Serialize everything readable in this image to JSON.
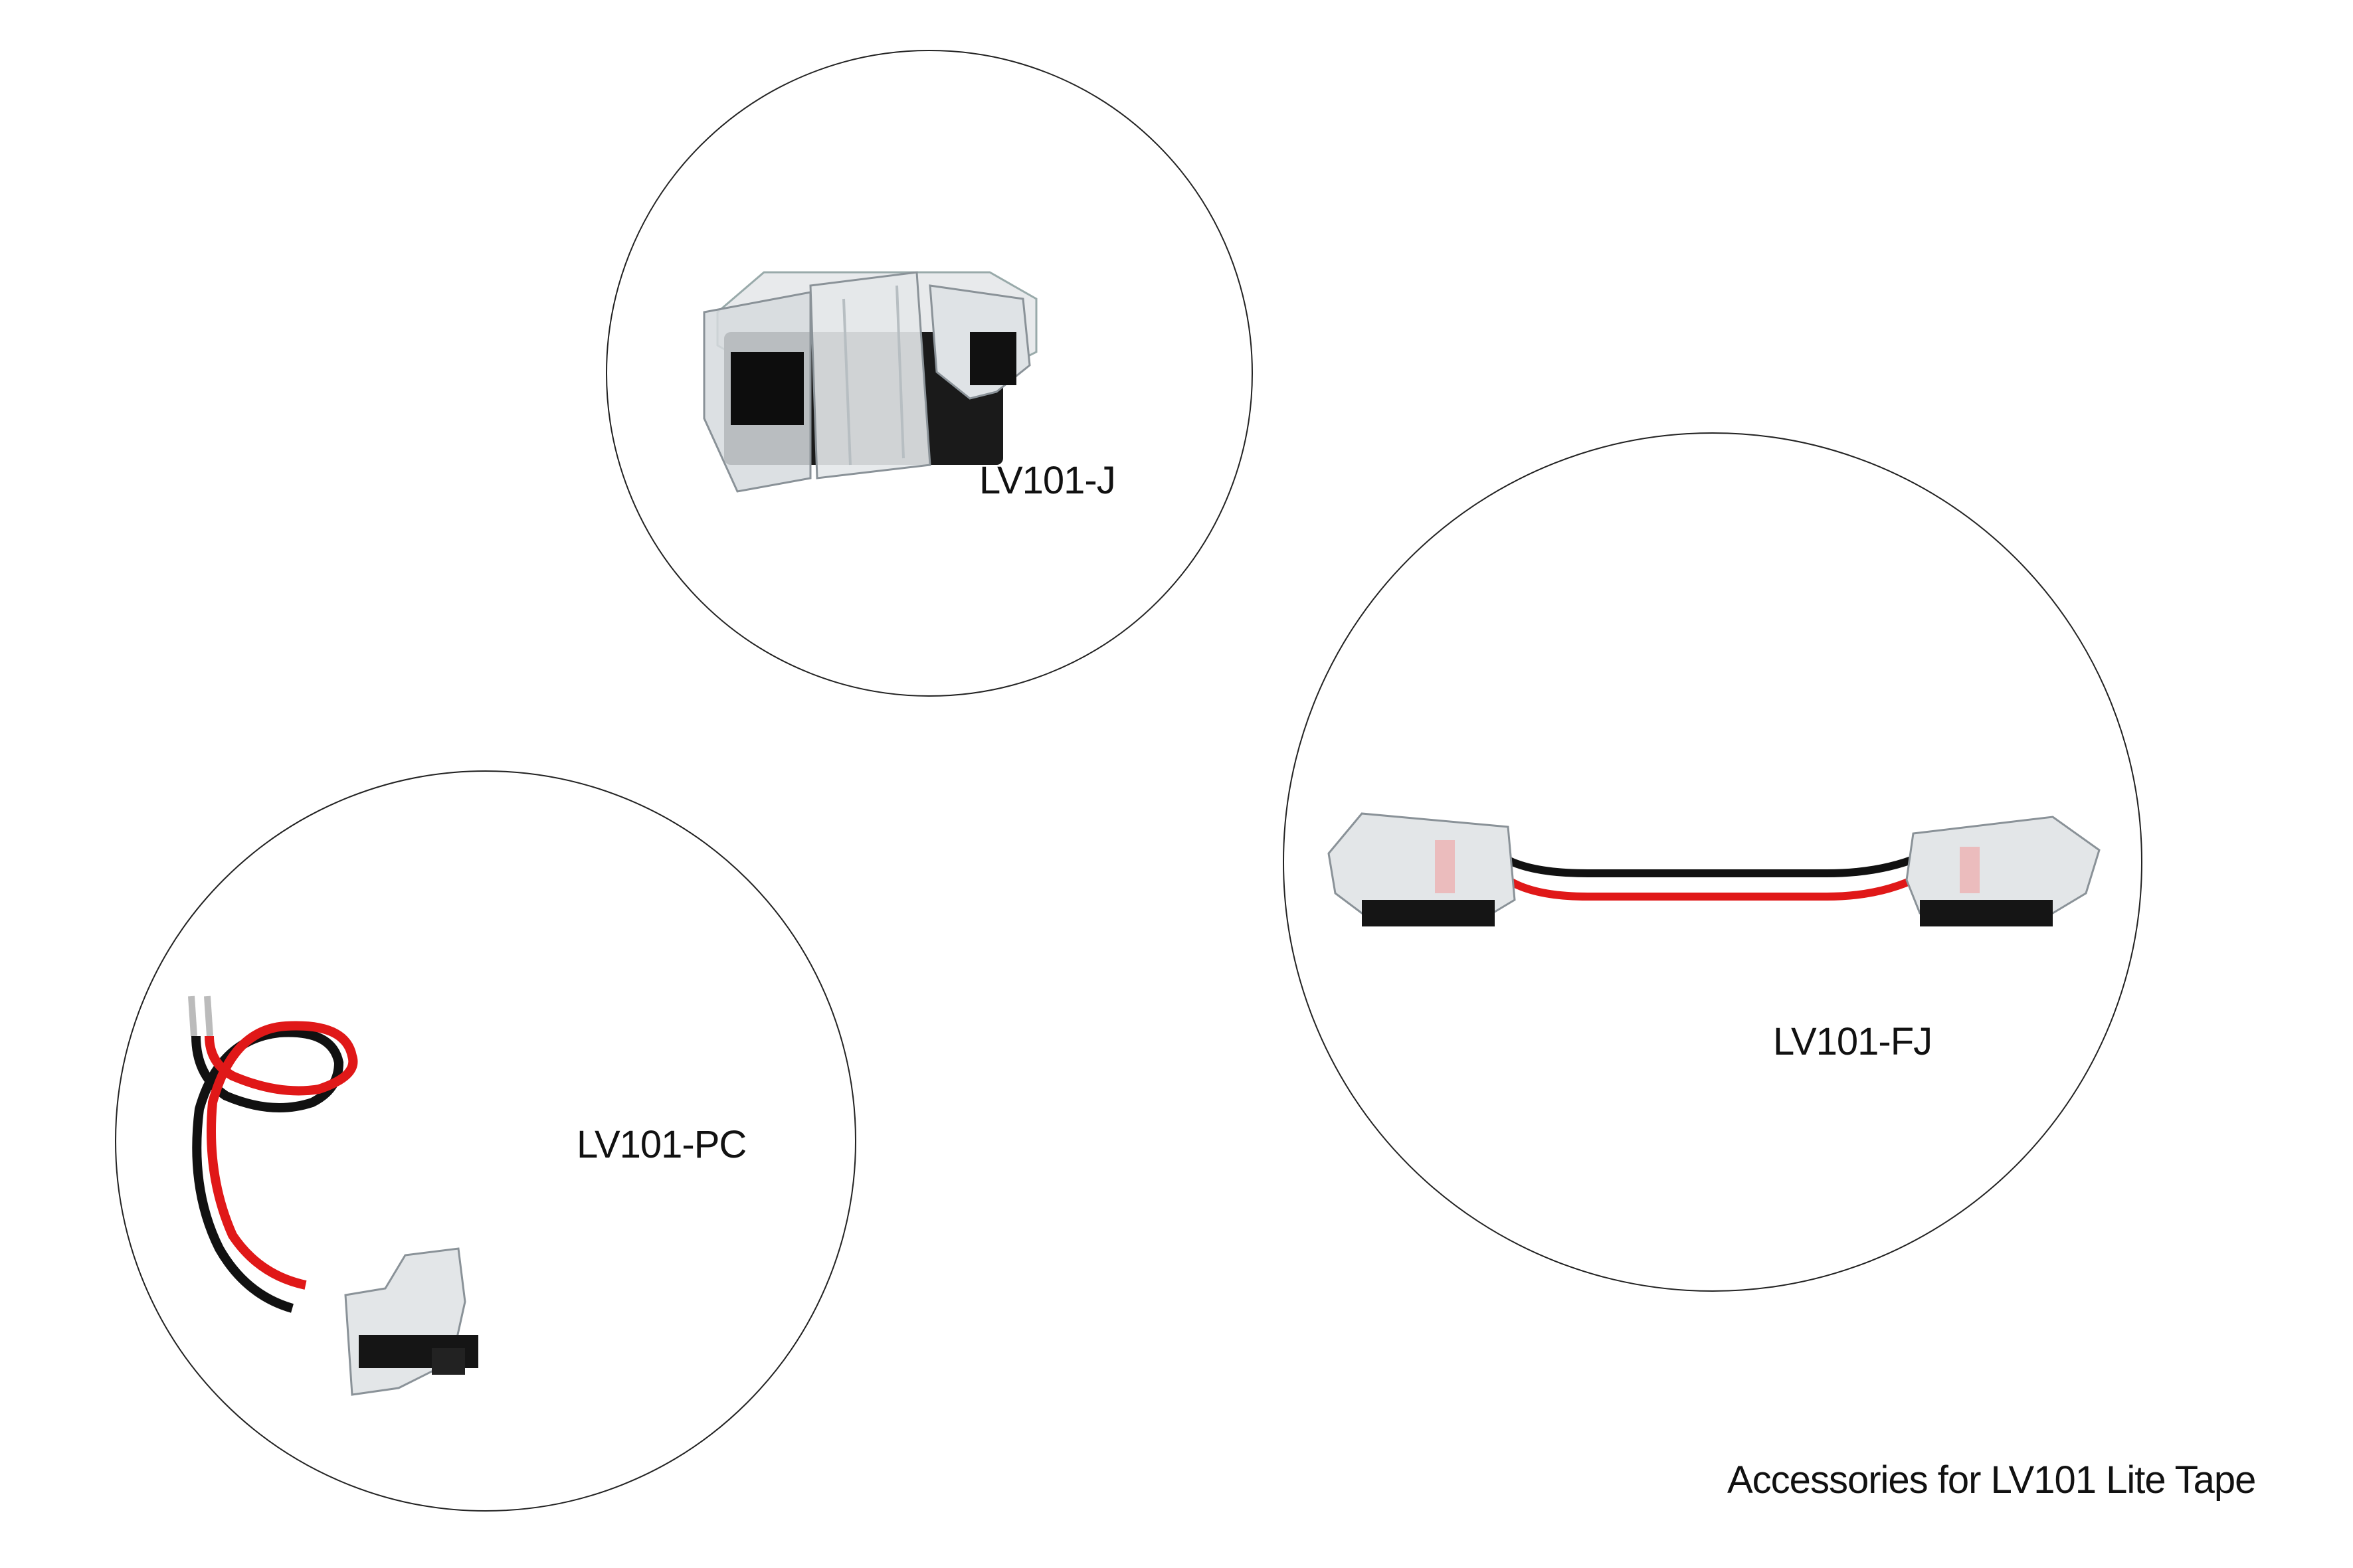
{
  "products": [
    {
      "code": "LV101-J"
    },
    {
      "code": "LV101-FJ"
    },
    {
      "code": "LV101-PC"
    }
  ],
  "caption": "Accessories for LV101 Lite Tape",
  "colors": {
    "wire_red": "#e01818",
    "wire_black": "#111111",
    "circle_stroke": "#222222"
  }
}
